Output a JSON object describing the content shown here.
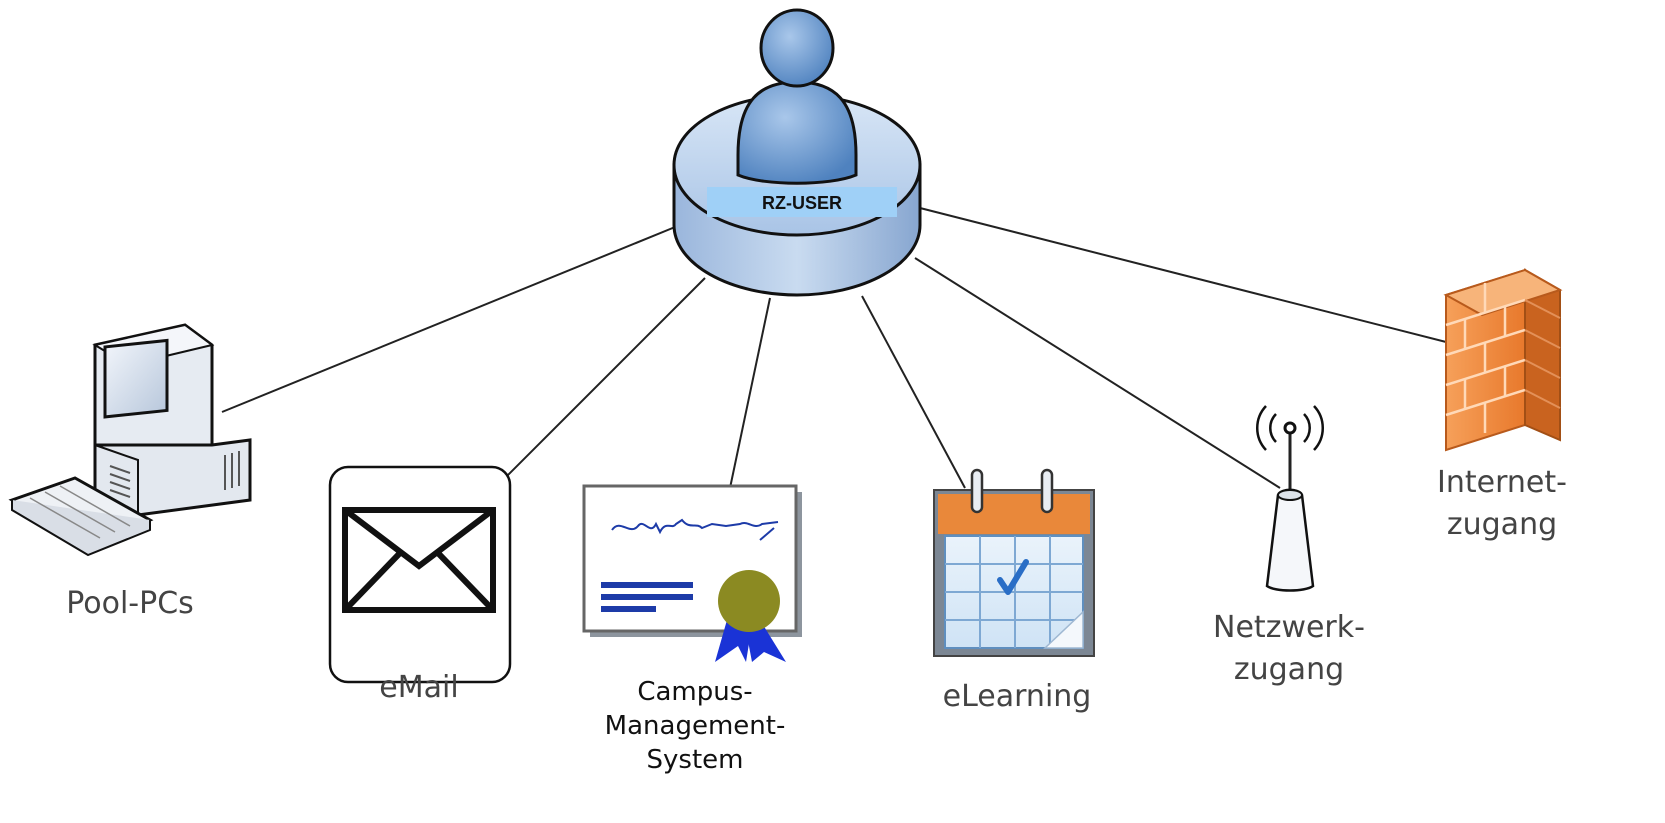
{
  "center": {
    "label": "RZ-USER",
    "icon": "user-icon"
  },
  "services": {
    "pool_pcs": {
      "label": "Pool-PCs",
      "icon": "computer-icon"
    },
    "email": {
      "label": "eMail",
      "icon": "envelope-icon"
    },
    "campus": {
      "line1": "Campus-",
      "line2": "Management-",
      "line3": "System",
      "icon": "certificate-icon"
    },
    "elearning": {
      "label": "eLearning",
      "icon": "calendar-icon"
    },
    "netzwerk": {
      "line1": "Netzwerk-",
      "line2": "zugang",
      "icon": "antenna-icon"
    },
    "internet": {
      "line1": "Internet-",
      "line2": "zugang",
      "icon": "firewall-icon"
    }
  },
  "colors": {
    "user_blue": "#5b8fc7",
    "label_band": "#9fd0f7",
    "firewall": "#f08a3c",
    "calendar_top": "#e9883a",
    "seal": "#8b8a22",
    "ribbon": "#1a33d6",
    "doc_lines": "#1d3ba8"
  }
}
